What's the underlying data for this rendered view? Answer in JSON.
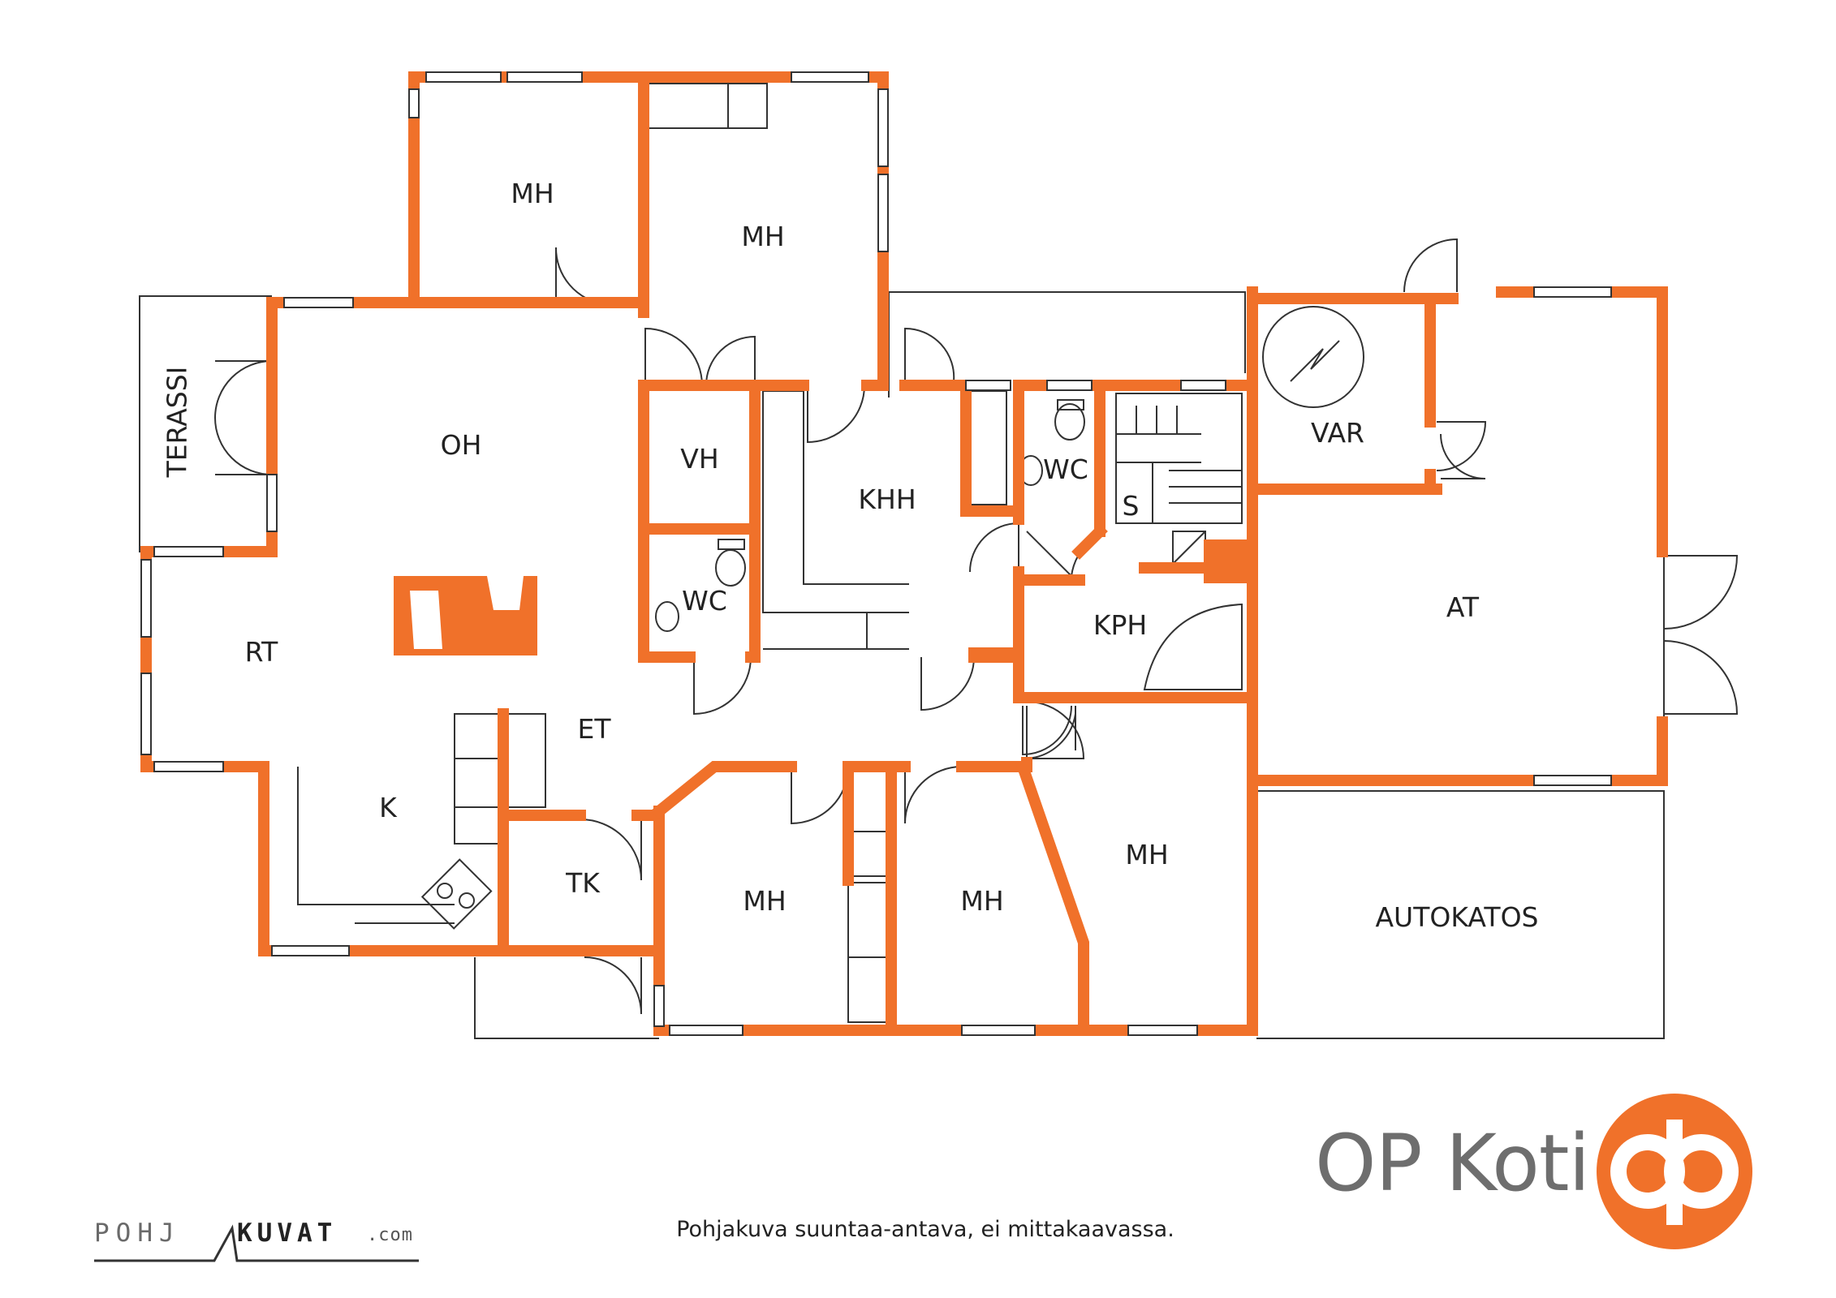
{
  "colors": {
    "wall": "#f0712a",
    "line": "#333333",
    "brand_orange": "#f0712a",
    "brand_grey": "#6e6e6e"
  },
  "rooms": {
    "terassi": "TERASSI",
    "oh": "OH",
    "mh1": "MH",
    "mh2": "MH",
    "vh": "VH",
    "wc1": "WC",
    "wc2": "WC",
    "khh": "KHH",
    "s": "S",
    "var": "VAR",
    "kph": "KPH",
    "at": "AT",
    "rt": "RT",
    "et": "ET",
    "k": "K",
    "tk": "TK",
    "mh3": "MH",
    "mh4": "MH",
    "mh5": "MH",
    "autokatos": "AUTOKATOS"
  },
  "footer": {
    "note": "Pohjakuva suuntaa-antava, ei mittakaavassa."
  },
  "brand": {
    "name": "OP Koti",
    "logo_icon": "op-logo-icon"
  },
  "credit": {
    "part1": "POHJ",
    "part2": "KUVAT",
    "part3": ".com"
  }
}
